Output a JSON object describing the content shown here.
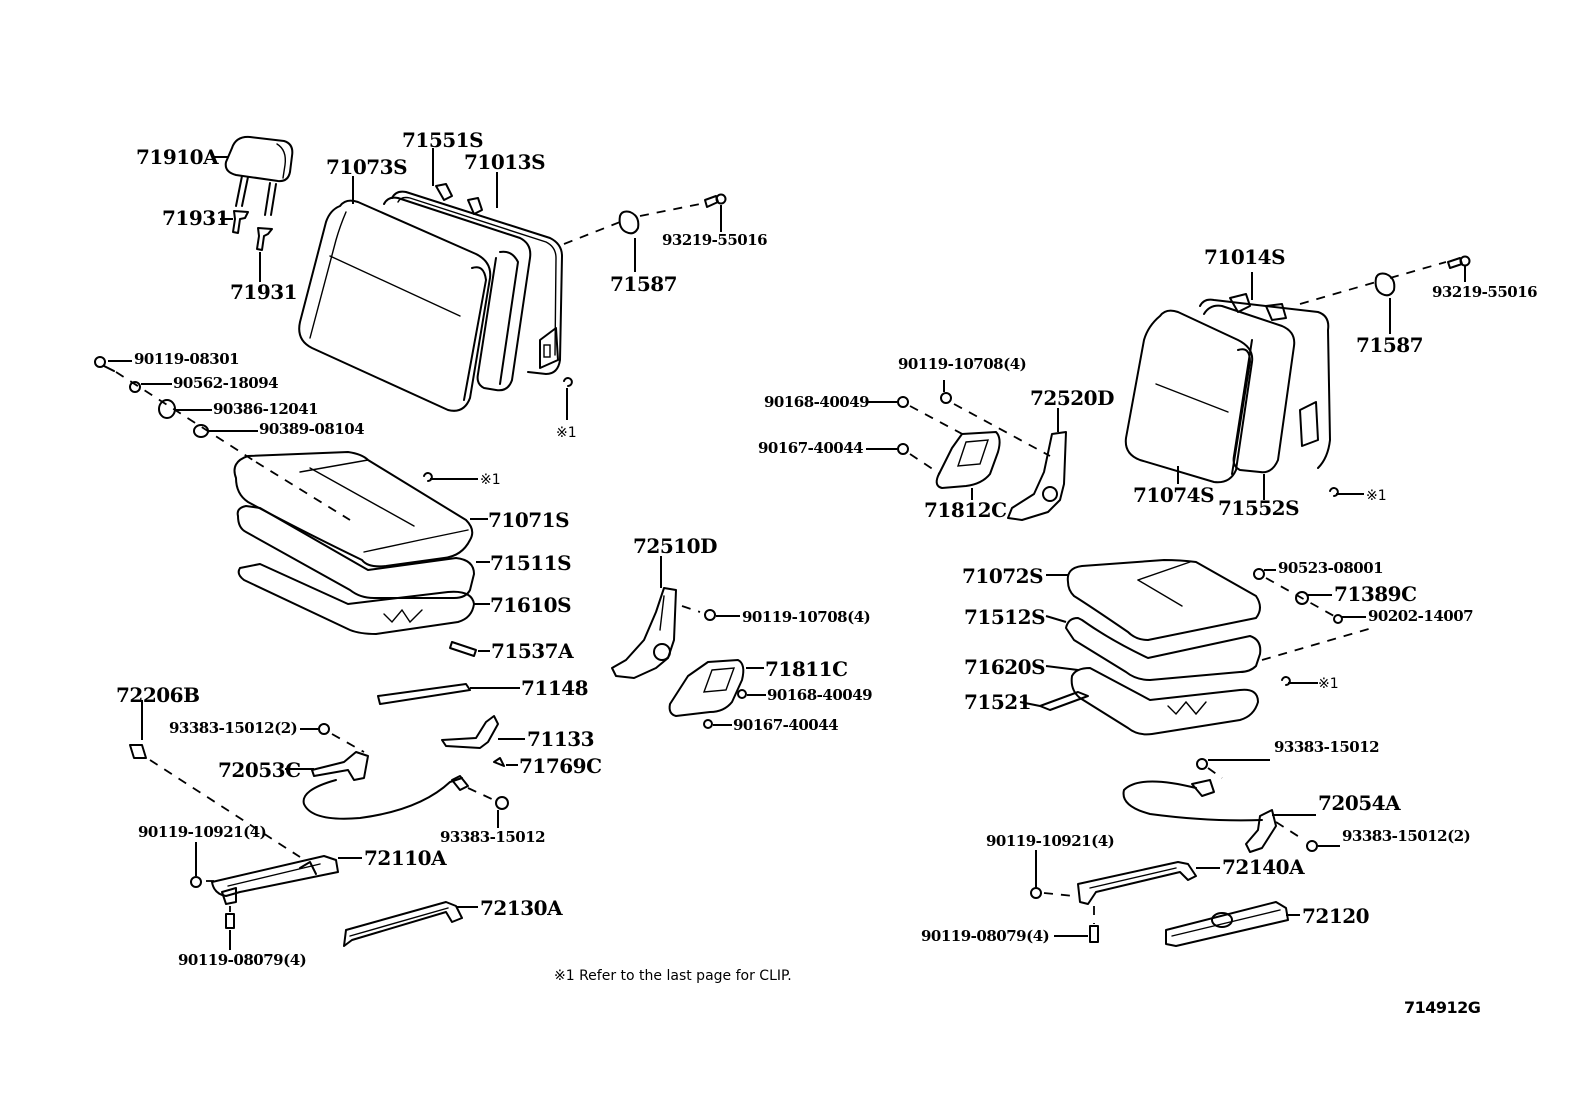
{
  "diagram": {
    "title": "Seat parts exploded diagram",
    "figure_code": "714912G",
    "footnote": "※1  Refer to the last page for CLIP.",
    "clip_marker": "※1",
    "left_seat": {
      "headrest": "71910A",
      "headrest_support_1": "71931",
      "headrest_support_2": "71931",
      "back_cover": "71073S",
      "back_pad": "71551S",
      "back_frame": "71013S",
      "back_cap": "71587",
      "back_bolt": "93219-55016",
      "bolt_1": "90119-08301",
      "washer_1": "90562-18094",
      "bushing": "90386-12041",
      "spacer": "90389-08104",
      "cushion_cover": "71071S",
      "cushion_pad": "71511S",
      "cushion_frame": "71610S",
      "pad_71537A": "71537A",
      "pad_71148": "71148",
      "bracket_71133": "71133",
      "clip_71769C": "71769C",
      "bolt_72206B": "72206B",
      "screw_cable_top": "93383-15012(2)",
      "cable": "72053C",
      "screw_cable_bottom": "93383-15012",
      "bolt_track": "90119-10921(4)",
      "track_inner": "72110A",
      "track_outer": "72130A",
      "bolt_track_bottom": "90119-08079(4)"
    },
    "center_parts": {
      "recliner_left": "72510D",
      "recliner_left_bolt": "90119-10708(4)",
      "recliner_cover_left": "71811C",
      "recliner_cover_left_screw_1": "90168-40049",
      "recliner_cover_left_screw_2": "90167-40044",
      "recliner_right_bolt": "90119-10708(4)",
      "recliner_cover_right_screw_1": "90168-40049",
      "recliner_cover_right_screw_2": "90167-40044",
      "recliner_cover_right": "71812C",
      "recliner_right": "72520D"
    },
    "right_seat": {
      "back_frame": "71014S",
      "back_cap": "71587",
      "back_bolt": "93219-55016",
      "back_cover": "71074S",
      "back_pad": "71552S",
      "cushion_cover": "71072S",
      "cushion_pad": "71512S",
      "cushion_frame": "71620S",
      "pad_71521": "71521",
      "washer": "90523-08001",
      "bushing": "71389C",
      "washer_2": "90202-14007",
      "screw_cable_top": "93383-15012",
      "cable": "72054A",
      "screw_cable_bottom": "93383-15012(2)",
      "bolt_track": "90119-10921(4)",
      "track_outer": "72140A",
      "bolt_track_bottom": "90119-08079(4)",
      "track_inner": "72120"
    }
  }
}
